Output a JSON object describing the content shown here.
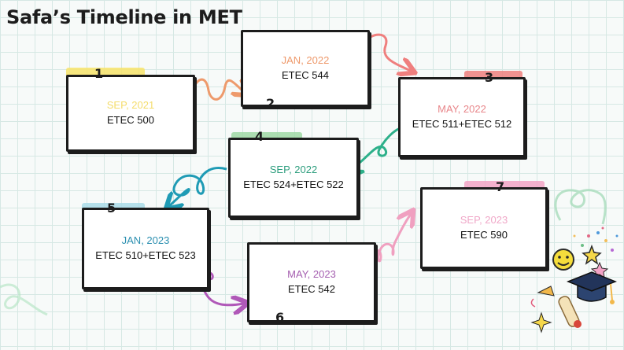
{
  "title": "Safa’s Timeline in MET",
  "steps": [
    {
      "number": "1",
      "date": "SEP, 2021",
      "course": "ETEC 500",
      "color": "#f7e36a",
      "date_color": "#f4dc6a"
    },
    {
      "number": "2",
      "date": "JAN, 2022",
      "course": "ETEC 544",
      "color": "#f5a57a",
      "date_color": "#ee9a6c"
    },
    {
      "number": "3",
      "date": "MAY, 2022",
      "course": "ETEC 511+ETEC 512",
      "color": "#ef7f7e",
      "date_color": "#e8868a"
    },
    {
      "number": "4",
      "date": "SEP, 2022",
      "course": "ETEC 524+ETEC 522",
      "color": "#9fd8a4",
      "date_color": "#2e9e7e"
    },
    {
      "number": "5",
      "date": "JAN, 2023",
      "course": "ETEC 510+ETEC 523",
      "color": "#a9dbe8",
      "date_color": "#2b8fb0"
    },
    {
      "number": "6",
      "date": "MAY, 2023",
      "course": "ETEC 542",
      "color": "#dfb5e6",
      "date_color": "#a55fb0"
    },
    {
      "number": "7",
      "date": "SEP, 2023",
      "course": "ETEC 590",
      "color": "#f2a3c6",
      "date_color": "#f0a8c8"
    }
  ],
  "arrow_colors": [
    "#ee9a6c",
    "#ef7f7e",
    "#2db08a",
    "#1f9bb5",
    "#b058b8",
    "#f0a0c0",
    "#a8dcbc"
  ]
}
